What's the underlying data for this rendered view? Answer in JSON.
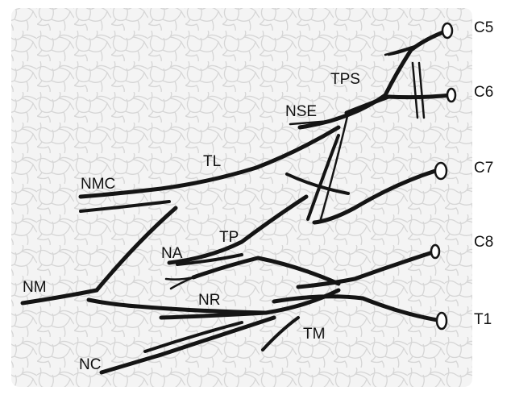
{
  "background": {
    "paper_color": "#f4f4f4",
    "crackle_color": "#d6d6d6",
    "frame_color": "#ffffff"
  },
  "diagram": {
    "line_color": "#141414",
    "roots": {
      "c5": "C5",
      "c6": "C6",
      "c7": "C7",
      "c8": "C8",
      "t1": "T1"
    },
    "nerves": {
      "tps": "TPS",
      "nse": "NSE",
      "tl": "TL",
      "nmc": "NMC",
      "tp": "TP",
      "na": "NA",
      "nm": "NM",
      "nr": "NR",
      "tm": "TM",
      "nc": "NC"
    }
  }
}
